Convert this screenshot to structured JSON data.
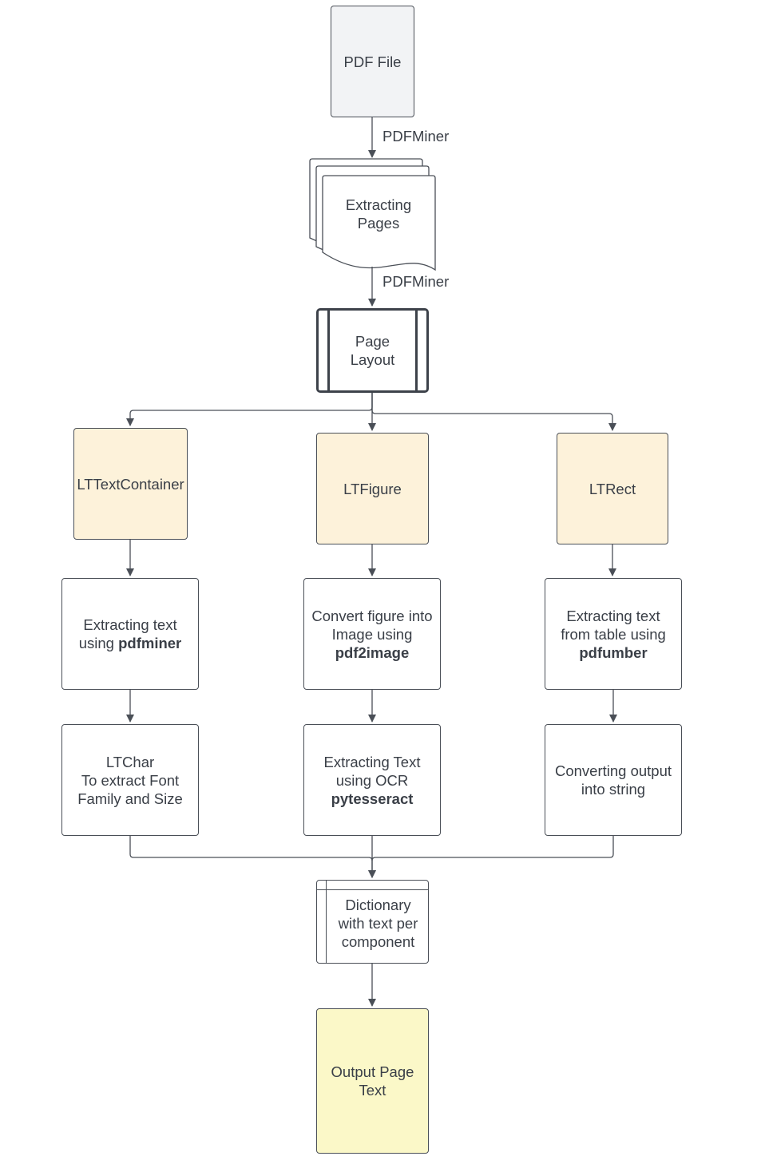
{
  "diagram": {
    "nodes": {
      "pdf_file": {
        "label": "PDF File",
        "color": "#f2f3f5"
      },
      "extracting_pages": {
        "label": "Extracting\nPages"
      },
      "page_layout": {
        "label": "Page\nLayout"
      },
      "lt_text_container": {
        "label": "LTTextContainer",
        "color": "#fdf2da"
      },
      "lt_figure": {
        "label": "LTFigure",
        "color": "#fdf2da"
      },
      "lt_rect": {
        "label": "LTRect",
        "color": "#fdf2da"
      },
      "extract_text_pdfminer": {
        "label": "Extracting text\nusing ",
        "bold": "pdfminer"
      },
      "convert_figure": {
        "label": "Convert figure into\nImage using",
        "bold": "pdf2image"
      },
      "extract_table": {
        "label": "Extracting text\nfrom table using",
        "bold": "pdfumber"
      },
      "ltchar": {
        "label": "LTChar\nTo extract Font\nFamily and Size"
      },
      "ocr": {
        "label": "Extracting Text\nusing OCR",
        "bold": "pytesseract"
      },
      "convert_string": {
        "label": "Converting output\ninto string"
      },
      "dictionary": {
        "label": "Dictionary\nwith text per\ncomponent"
      },
      "output": {
        "label": "Output Page\nText",
        "color": "#fbf8c8"
      }
    },
    "edge_labels": {
      "pdf_to_pages": "PDFMiner",
      "pages_to_layout": "PDFMiner"
    },
    "line_color": "#4a4f57"
  }
}
